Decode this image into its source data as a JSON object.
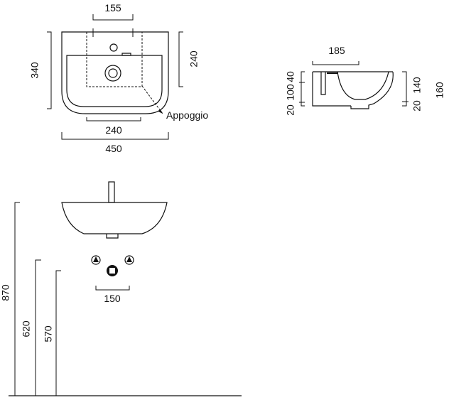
{
  "top_view": {
    "dim_tap_holes": "155",
    "dim_height": "340",
    "dim_inner_height": "240",
    "dim_bottom_inner": "240",
    "dim_width": "450",
    "support_label": "Appoggio"
  },
  "section_view": {
    "dim_depth_top": "185",
    "dim_left_upper": "40",
    "dim_left_mid": "100",
    "dim_left_lower": "20",
    "dim_right_mid": "140",
    "dim_right_lower": "20",
    "dim_right_total": "160"
  },
  "elevation_view": {
    "dim_rim_height": "870",
    "dim_outlet_height": "620",
    "dim_drain_height": "570",
    "dim_supply_spacing": "150"
  }
}
